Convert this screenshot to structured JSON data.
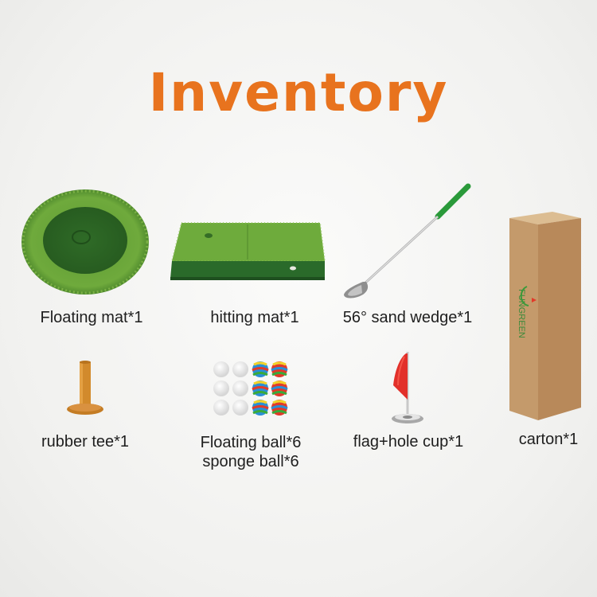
{
  "title": "Inventory",
  "colors": {
    "title": "#e8731e",
    "grass_light": "#6aa33a",
    "grass_dark": "#2f6a25",
    "carton": "#c9a37a"
  },
  "items": [
    {
      "label": "Floating mat*1",
      "icon": "round-grass-mat-icon"
    },
    {
      "label": "hitting mat*1",
      "icon": "hitting-mat-icon"
    },
    {
      "label": "56° sand wedge*1",
      "icon": "golf-club-icon"
    },
    {
      "label": "carton*1",
      "icon": "carton-box-icon"
    },
    {
      "label": "rubber tee*1",
      "icon": "rubber-tee-icon"
    },
    {
      "label_line1": "Floating ball*6",
      "label_line2": "sponge ball*6",
      "icon": "balls-icon"
    },
    {
      "label": "flag+hole cup*1",
      "icon": "flag-hole-cup-icon"
    }
  ],
  "carton_brand": "FUNGREEN"
}
